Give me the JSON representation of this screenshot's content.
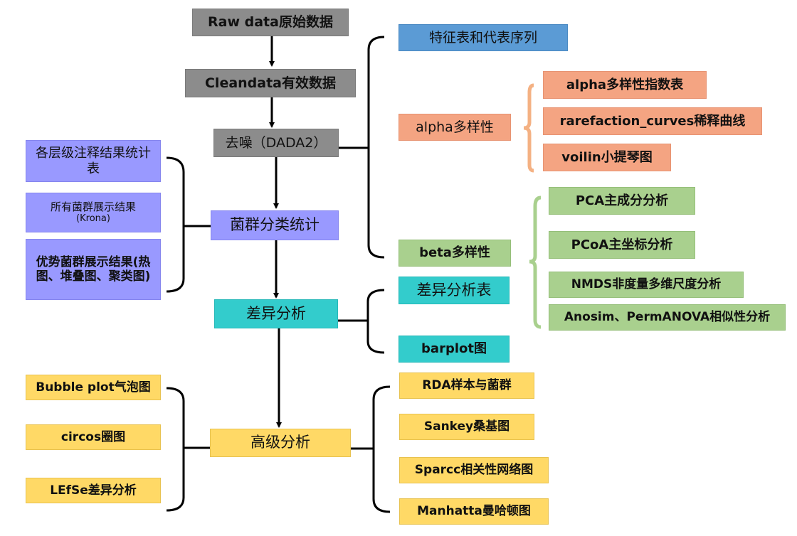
{
  "pipeline": {
    "raw": "Raw data原始数据",
    "clean": "Cleandata有效数据",
    "denoise": "去噪（DADA2）",
    "taxonomy": "菌群分类统计",
    "diff": "差异分析",
    "advanced": "高级分析"
  },
  "denoise_outputs": {
    "feature_table": "特征表和代表序列",
    "alpha": "alpha多样性",
    "beta": "beta多样性"
  },
  "alpha_items": [
    "alpha多样性指数表",
    "rarefaction_curves稀释曲线",
    "voilin小提琴图"
  ],
  "beta_items": [
    "PCA主成分分析",
    "PCoA主坐标分析",
    "NMDS非度量多维尺度分析",
    "Anosim、PermANOVA相似性分析"
  ],
  "taxonomy_outputs": {
    "level_stats": "各层级注释结果统计表",
    "krona_title": "所有菌群展示结果",
    "krona_sub": "(Krona)",
    "dominant": "优势菌群展示结果(热图、堆叠图、聚类图)"
  },
  "diff_outputs": [
    "差异分析表",
    "barplot图"
  ],
  "advanced_left": [
    "Bubble plot气泡图",
    "circos圈图",
    "LEfSe差异分析"
  ],
  "advanced_right": [
    "RDA样本与菌群",
    "Sankey桑基图",
    "Sparcc相关性网络图",
    "Manhatta曼哈顿图"
  ],
  "colors": {
    "pipeline_gray": "#8c8c8c",
    "feature_blue": "#5b9bd5",
    "alpha_salmon": "#f4a482",
    "beta_green": "#a9d08e",
    "diff_teal": "#33cccc",
    "taxonomy_violet": "#9999ff",
    "advanced_yellow": "#ffd966",
    "alpha_brace": "#f4b183",
    "beta_brace": "#a9d08e"
  }
}
